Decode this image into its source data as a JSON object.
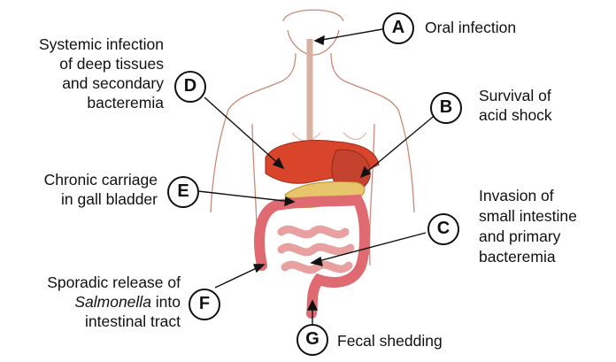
{
  "markers": {
    "a": {
      "letter": "A",
      "text": "Oral infection"
    },
    "b": {
      "letter": "B",
      "line1": "Survival of",
      "line2": "acid shock"
    },
    "c": {
      "letter": "C",
      "line1": "Invasion of",
      "line2": "small intestine",
      "line3": "and primary",
      "line4": "bacteremia"
    },
    "d": {
      "letter": "D",
      "line1": "Systemic infection",
      "line2": "of deep tissues",
      "line3": "and secondary",
      "line4": "bacteremia"
    },
    "e": {
      "letter": "E",
      "line1": "Chronic carriage",
      "line2": "in gall bladder"
    },
    "f": {
      "letter": "F",
      "line1": "Sporadic release of",
      "line2_italic": "Salmonella",
      "line2_rest": " into",
      "line3": "intestinal tract"
    },
    "g": {
      "letter": "G",
      "text": "Fecal shedding"
    }
  },
  "colors": {
    "skin_outline": "#c98a78",
    "liver": "#d8452b",
    "stomach": "#c4422e",
    "pancreas": "#e8c46a",
    "intestine": "#e8a0a0",
    "colon": "#e06a72",
    "esophagus": "#d9b1a2"
  }
}
